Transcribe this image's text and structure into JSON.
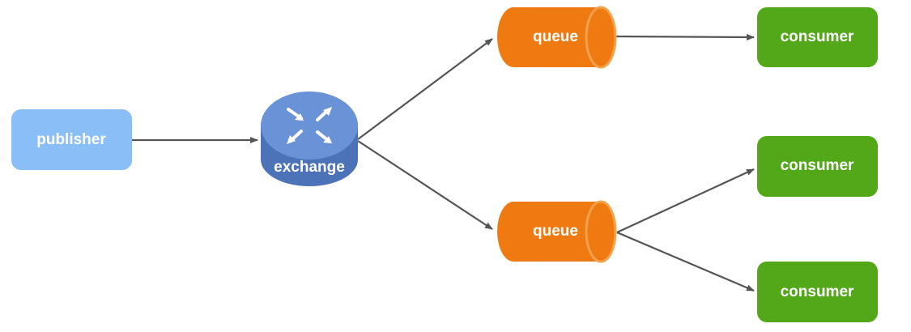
{
  "diagram": {
    "nodes": {
      "publisher": {
        "label": "publisher"
      },
      "exchange": {
        "label": "exchange",
        "icon": "arrows-cross-icon"
      },
      "queue_top": {
        "label": "queue"
      },
      "queue_bottom": {
        "label": "queue"
      },
      "consumer_1": {
        "label": "consumer"
      },
      "consumer_2": {
        "label": "consumer"
      },
      "consumer_3": {
        "label": "consumer"
      }
    },
    "edges": [
      {
        "from": "publisher",
        "to": "exchange"
      },
      {
        "from": "exchange",
        "to": "queue_top"
      },
      {
        "from": "exchange",
        "to": "queue_bottom"
      },
      {
        "from": "queue_top",
        "to": "consumer_1"
      },
      {
        "from": "queue_bottom",
        "to": "consumer_2"
      },
      {
        "from": "queue_bottom",
        "to": "consumer_3"
      }
    ]
  },
  "colors": {
    "publisher": "#8ABEF7",
    "exchange_top": "#6A92D6",
    "exchange_side": "#4C72B8",
    "queue": "#EE7A11",
    "queue_cap": "#F5A04A",
    "consumer": "#52A818",
    "edge": "#555555"
  }
}
